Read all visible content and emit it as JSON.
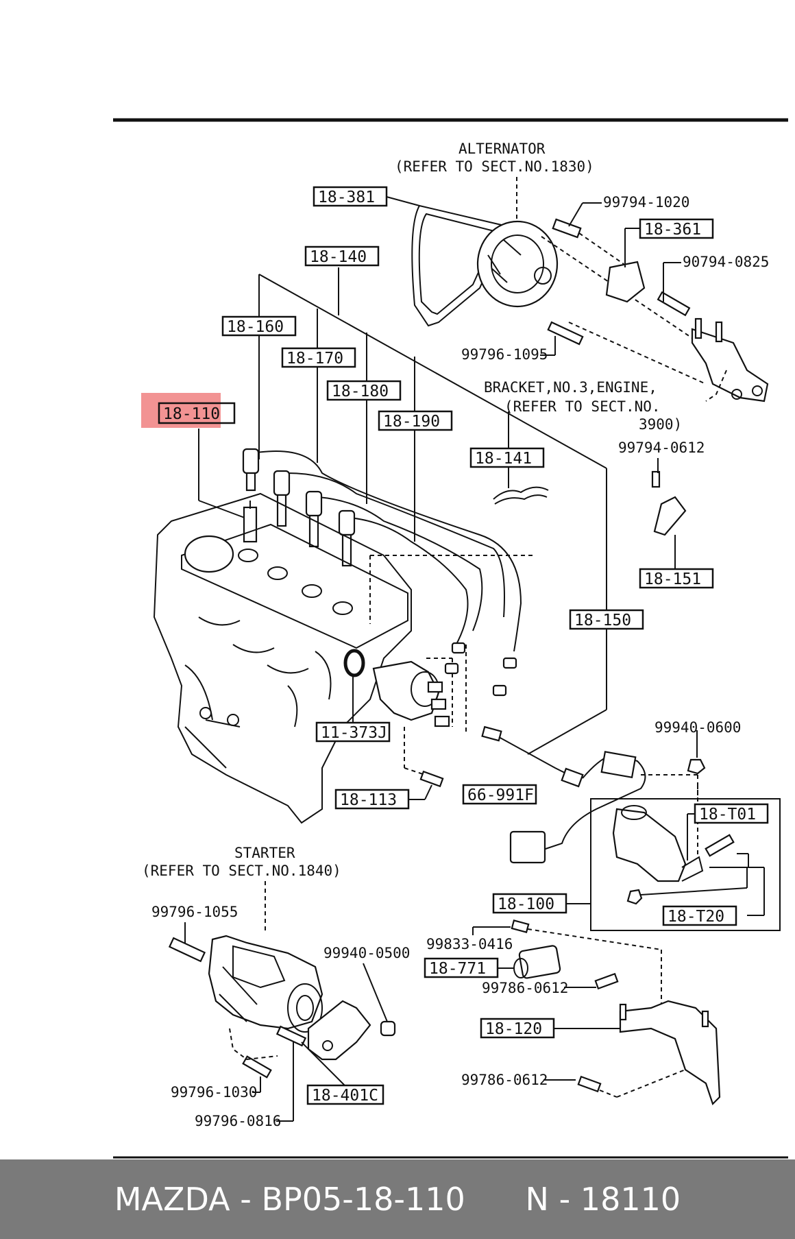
{
  "labels": {
    "alternator_title": "ALTERNATOR",
    "alternator_ref": "(REFER TO SECT.NO.1830)",
    "bracket_title": "BRACKET,NO.3,ENGINE,",
    "bracket_ref1": "(REFER TO SECT.NO.",
    "bracket_ref2": "3900)",
    "starter_title": "STARTER",
    "starter_ref": "(REFER TO SECT.NO.1840)"
  },
  "boxed_parts": {
    "p18_381": "18-381",
    "p18_361": "18-361",
    "p18_140": "18-140",
    "p18_160": "18-160",
    "p18_170": "18-170",
    "p18_180": "18-180",
    "p18_190": "18-190",
    "p18_110": "18-110",
    "p18_141": "18-141",
    "p18_151": "18-151",
    "p18_150": "18-150",
    "p11_373j": "11-373J",
    "p18_113": "18-113",
    "p66_991f": "66-991F",
    "p18_t01": "18-T01",
    "p18_100": "18-100",
    "p18_t20": "18-T20",
    "p18_771": "18-771",
    "p18_120": "18-120",
    "p18_401c": "18-401C"
  },
  "hardware": {
    "h99794_1020": "99794-1020",
    "h90794_0825": "90794-0825",
    "h99796_1095": "99796-1095",
    "h99794_0612": "99794-0612",
    "h99940_0600": "99940-0600",
    "h99833_0416": "99833-0416",
    "h99786_0612a": "99786-0612",
    "h99786_0612b": "99786-0612",
    "h99796_1055": "99796-1055",
    "h99940_0500": "99940-0500",
    "h99796_1030": "99796-1030",
    "h99796_0816": "99796-0816"
  },
  "footer": {
    "brand_part": "MAZDA - BP05-18-110",
    "n_code": "N - 18110"
  },
  "colors": {
    "highlight": "#f08080",
    "footer_bg": "#7a7a7a"
  }
}
